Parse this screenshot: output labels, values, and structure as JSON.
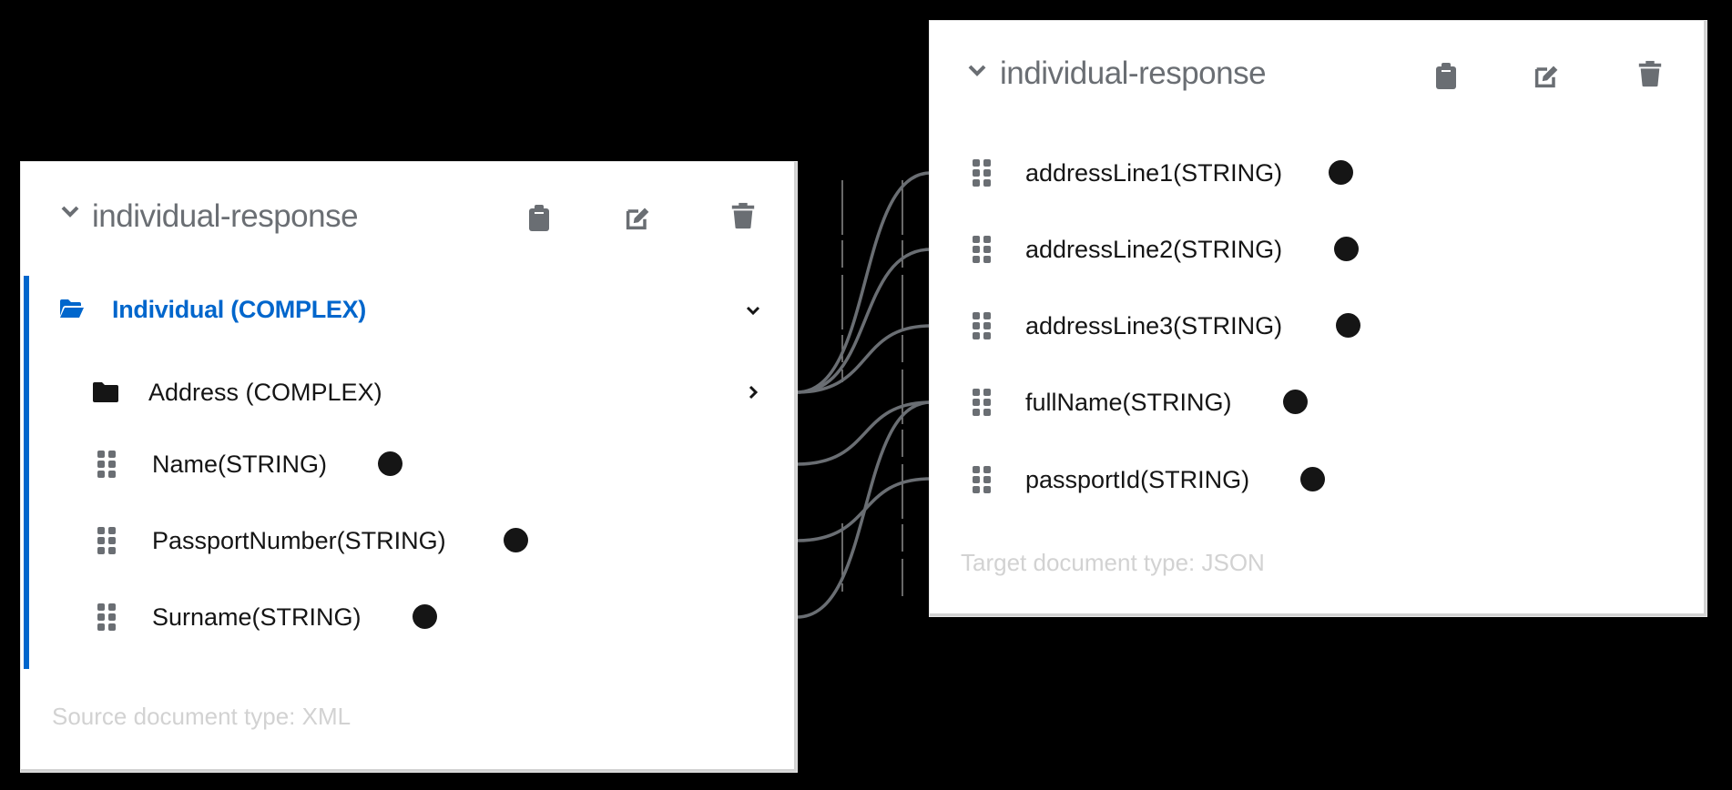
{
  "source": {
    "title": "individual-response",
    "header_icons": [
      "clipboard-icon",
      "edit-icon",
      "trash-icon"
    ],
    "root": {
      "label": "Individual (COMPLEX)",
      "expanded": true,
      "icon": "folder-open-icon"
    },
    "children": [
      {
        "label": "Address (COMPLEX)",
        "type": "complex",
        "icon": "folder-icon",
        "expanded": false
      },
      {
        "label": "Name(STRING)",
        "type": "field"
      },
      {
        "label": "PassportNumber(STRING)",
        "type": "field"
      },
      {
        "label": "Surname(STRING)",
        "type": "field"
      }
    ],
    "footer": "Source document type: XML"
  },
  "target": {
    "title": "individual-response",
    "header_icons": [
      "clipboard-icon",
      "edit-icon",
      "trash-icon"
    ],
    "fields": [
      {
        "label": "addressLine1(STRING)"
      },
      {
        "label": "addressLine2(STRING)"
      },
      {
        "label": "addressLine3(STRING)"
      },
      {
        "label": "fullName(STRING)"
      },
      {
        "label": "passportId(STRING)"
      }
    ],
    "footer": "Target document type: JSON"
  },
  "mappings": [
    {
      "from": "Address (COMPLEX)",
      "to": "addressLine1(STRING)"
    },
    {
      "from": "Address (COMPLEX)",
      "to": "addressLine2(STRING)"
    },
    {
      "from": "Address (COMPLEX)",
      "to": "addressLine3(STRING)"
    },
    {
      "from": "Name(STRING)",
      "to": "fullName(STRING)"
    },
    {
      "from": "PassportNumber(STRING)",
      "to": "passportId(STRING)"
    },
    {
      "from": "Surname(STRING)",
      "to": "fullName(STRING)"
    }
  ],
  "colors": {
    "accent": "#0066cc",
    "icon_gray": "#6a6e73",
    "text": "#151515",
    "footer_text": "#d2d2d2",
    "connector": "#6a6e73",
    "background": "#000000"
  }
}
